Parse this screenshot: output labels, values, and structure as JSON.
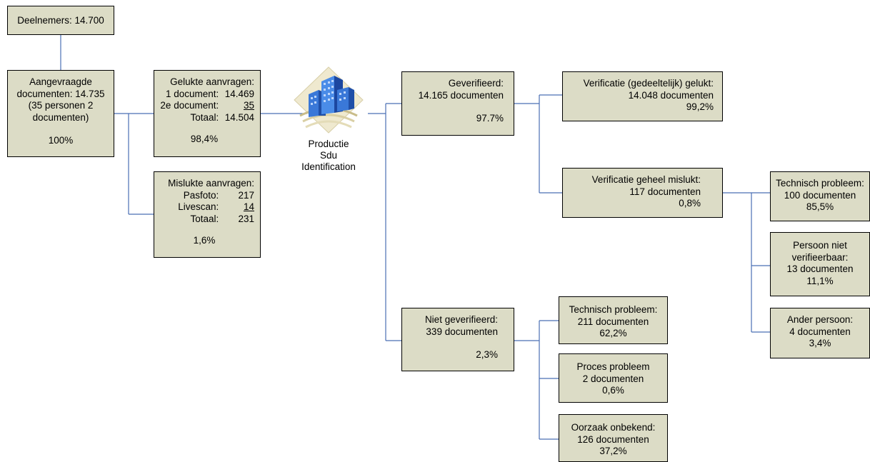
{
  "participants": {
    "text": "Deelnemers: 14.700"
  },
  "requested": {
    "line1": "Aangevraagde",
    "line2": "documenten: 14.735",
    "line3": "(35 personen 2",
    "line4": "documenten)",
    "pct": "100%"
  },
  "successful": {
    "title": "Gelukte aanvragen:",
    "row1_label": "1 document:",
    "row1_value": "14.469",
    "row2_label": "2e document:",
    "row2_value": "35",
    "total_label": "Totaal:",
    "total_value": "14.504",
    "pct": "98,4%"
  },
  "failed": {
    "title": "Mislukte aanvragen:",
    "row1_label": "Pasfoto:",
    "row1_value": "217",
    "row2_label": "Livescan:",
    "row2_value": "14",
    "total_label": "Totaal:",
    "total_value": "231",
    "pct": "1,6%"
  },
  "production": {
    "line1": "Productie",
    "line2": "Sdu",
    "line3": "Identification",
    "icon": "office-building-icon"
  },
  "verified": {
    "line1": "Geverifieerd:",
    "line2": "14.165 documenten",
    "pct": "97.7%"
  },
  "not_verified": {
    "line1": "Niet geverifieerd:",
    "line2": "339 documenten",
    "pct": "2,3%"
  },
  "verification_success": {
    "line1": "Verificatie (gedeeltelijk) gelukt:",
    "line2": "14.048 documenten",
    "pct": "99,2%"
  },
  "verification_failed": {
    "line1": "Verificatie geheel mislukt:",
    "line2": "117 documenten",
    "pct": "0,8%"
  },
  "vf_technical": {
    "line1": "Technisch probleem:",
    "line2": "100 documenten",
    "pct": "85,5%"
  },
  "vf_person": {
    "line1": "Persoon niet",
    "line2": "verifieerbaar:",
    "line3": "13 documenten",
    "pct": "11,1%"
  },
  "vf_other": {
    "line1": "Ander persoon:",
    "line2": "4 documenten",
    "pct": "3,4%"
  },
  "nv_technical": {
    "line1": "Technisch probleem:",
    "line2": "211 documenten",
    "pct": "62,2%"
  },
  "nv_process": {
    "line1": "Proces probleem",
    "line2": "2 documenten",
    "pct": "0,6%"
  },
  "nv_unknown": {
    "line1": "Oorzaak onbekend:",
    "line2": "126 documenten",
    "pct": "37,2%"
  },
  "colors": {
    "box_fill": "#dcdcc6",
    "connector": "#4a6fb5"
  }
}
